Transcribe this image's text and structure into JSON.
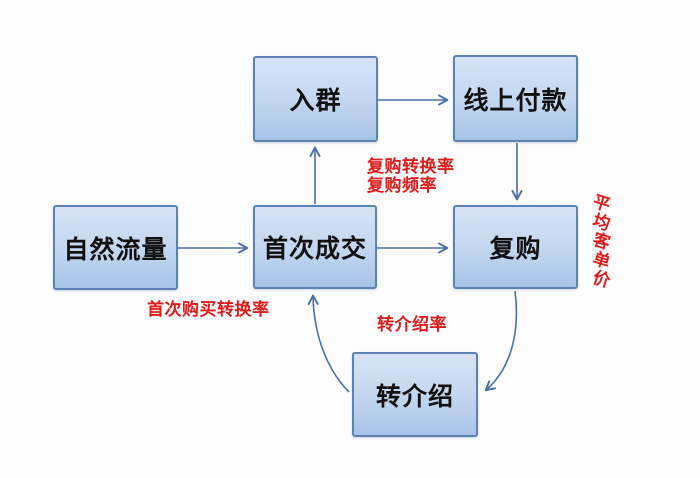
{
  "diagram": {
    "colors": {
      "background": "#fcfcfc",
      "box_fill_top": "#d6e3f5",
      "box_fill_bottom": "#a9c4e8",
      "box_border": "#5d82b6",
      "box_text": "#111111",
      "arrow": "#4a70a6",
      "label_red": "#dd1c1c"
    },
    "nodes": [
      {
        "id": "join-group",
        "label": "入群"
      },
      {
        "id": "online-payment",
        "label": "线上付款"
      },
      {
        "id": "natural-traffic",
        "label": "自然流量"
      },
      {
        "id": "first-deal",
        "label": "首次成交"
      },
      {
        "id": "repurchase",
        "label": "复购"
      },
      {
        "id": "referral",
        "label": "转介绍"
      }
    ],
    "edges": [
      {
        "from": "自然流量",
        "to": "首次成交",
        "style": "straight"
      },
      {
        "from": "首次成交",
        "to": "入群",
        "style": "straight"
      },
      {
        "from": "入群",
        "to": "线上付款",
        "style": "straight"
      },
      {
        "from": "线上付款",
        "to": "复购",
        "style": "straight"
      },
      {
        "from": "首次成交",
        "to": "复购",
        "style": "straight"
      },
      {
        "from": "复购",
        "to": "转介绍",
        "style": "curved"
      },
      {
        "from": "转介绍",
        "to": "首次成交",
        "style": "curved"
      }
    ],
    "labels": {
      "repurchase_conversion_rate": "复购转换率",
      "repurchase_frequency": "复购频率",
      "first_purchase_conversion_rate": "首次购买转换率",
      "referral_rate": "转介绍率",
      "average_order_value": "平均客单价"
    }
  }
}
